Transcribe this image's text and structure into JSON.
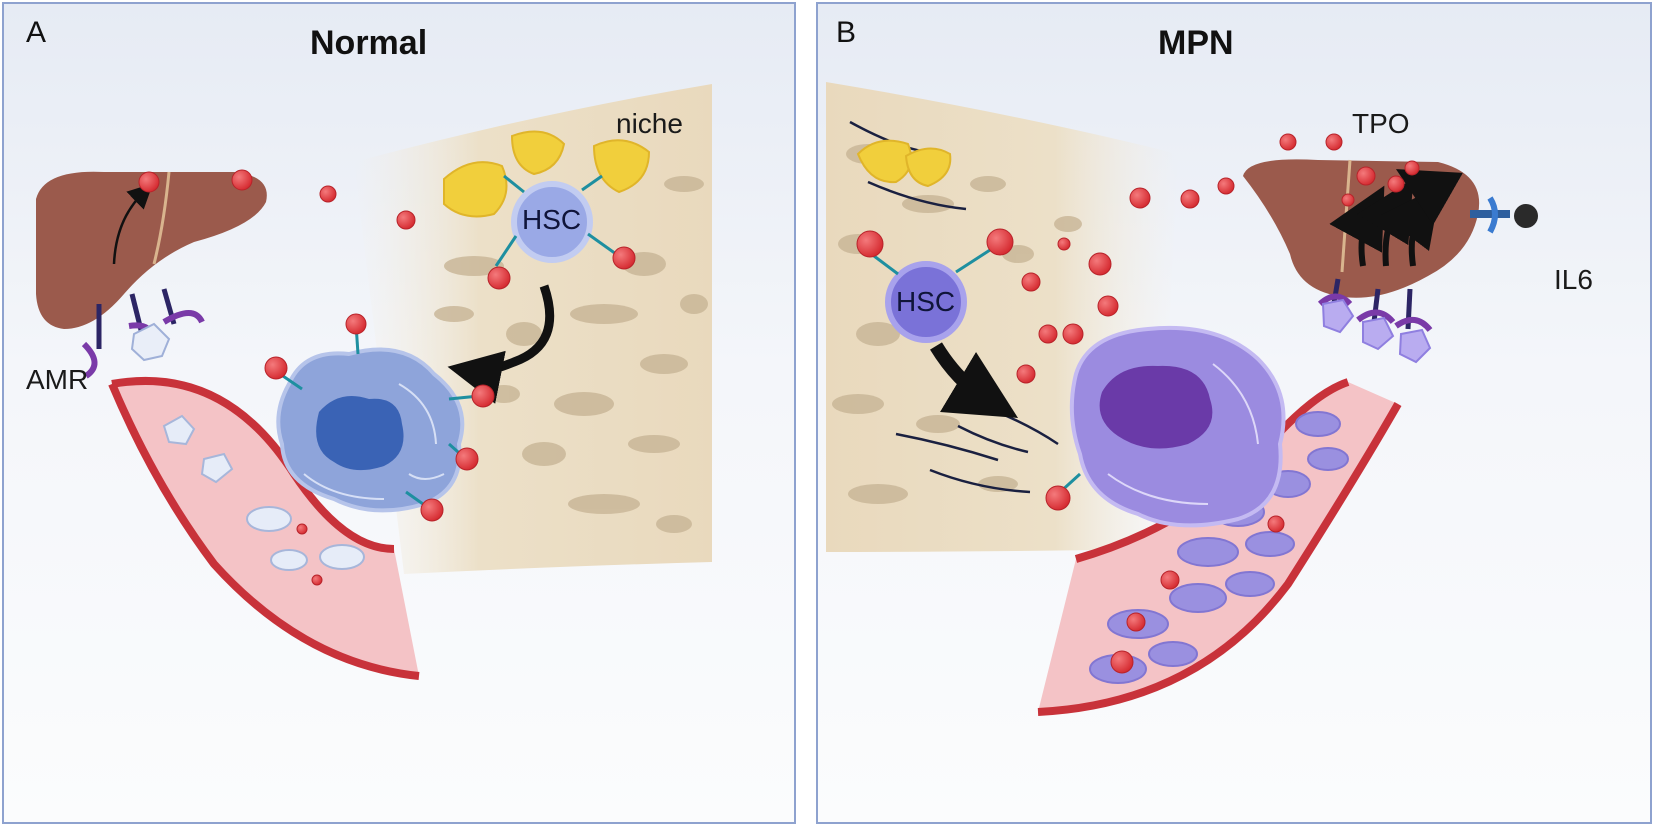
{
  "panels": [
    {
      "letter": "A",
      "title": "Normal",
      "labels": {
        "niche": "niche",
        "hsc": "HSC",
        "receptor": "AMR"
      }
    },
    {
      "letter": "B",
      "title": "MPN",
      "labels": {
        "hsc": "HSC",
        "tpo": "TPO",
        "cytokine": "IL6"
      }
    }
  ],
  "colors": {
    "panel_border": "#8ea2cf",
    "tpo_dot": "#e0383d",
    "liver": "#9b5a4c",
    "bone": "#ead9bd",
    "vessel": "#c8323a",
    "hsc_normal": "#9aa9e6",
    "hsc_mpn": "#7a72d8",
    "megakaryocyte_normal": "#8ea4da",
    "megakaryocyte_mpn": "#9b8be0",
    "niche_cells": "#f1cf3c"
  }
}
